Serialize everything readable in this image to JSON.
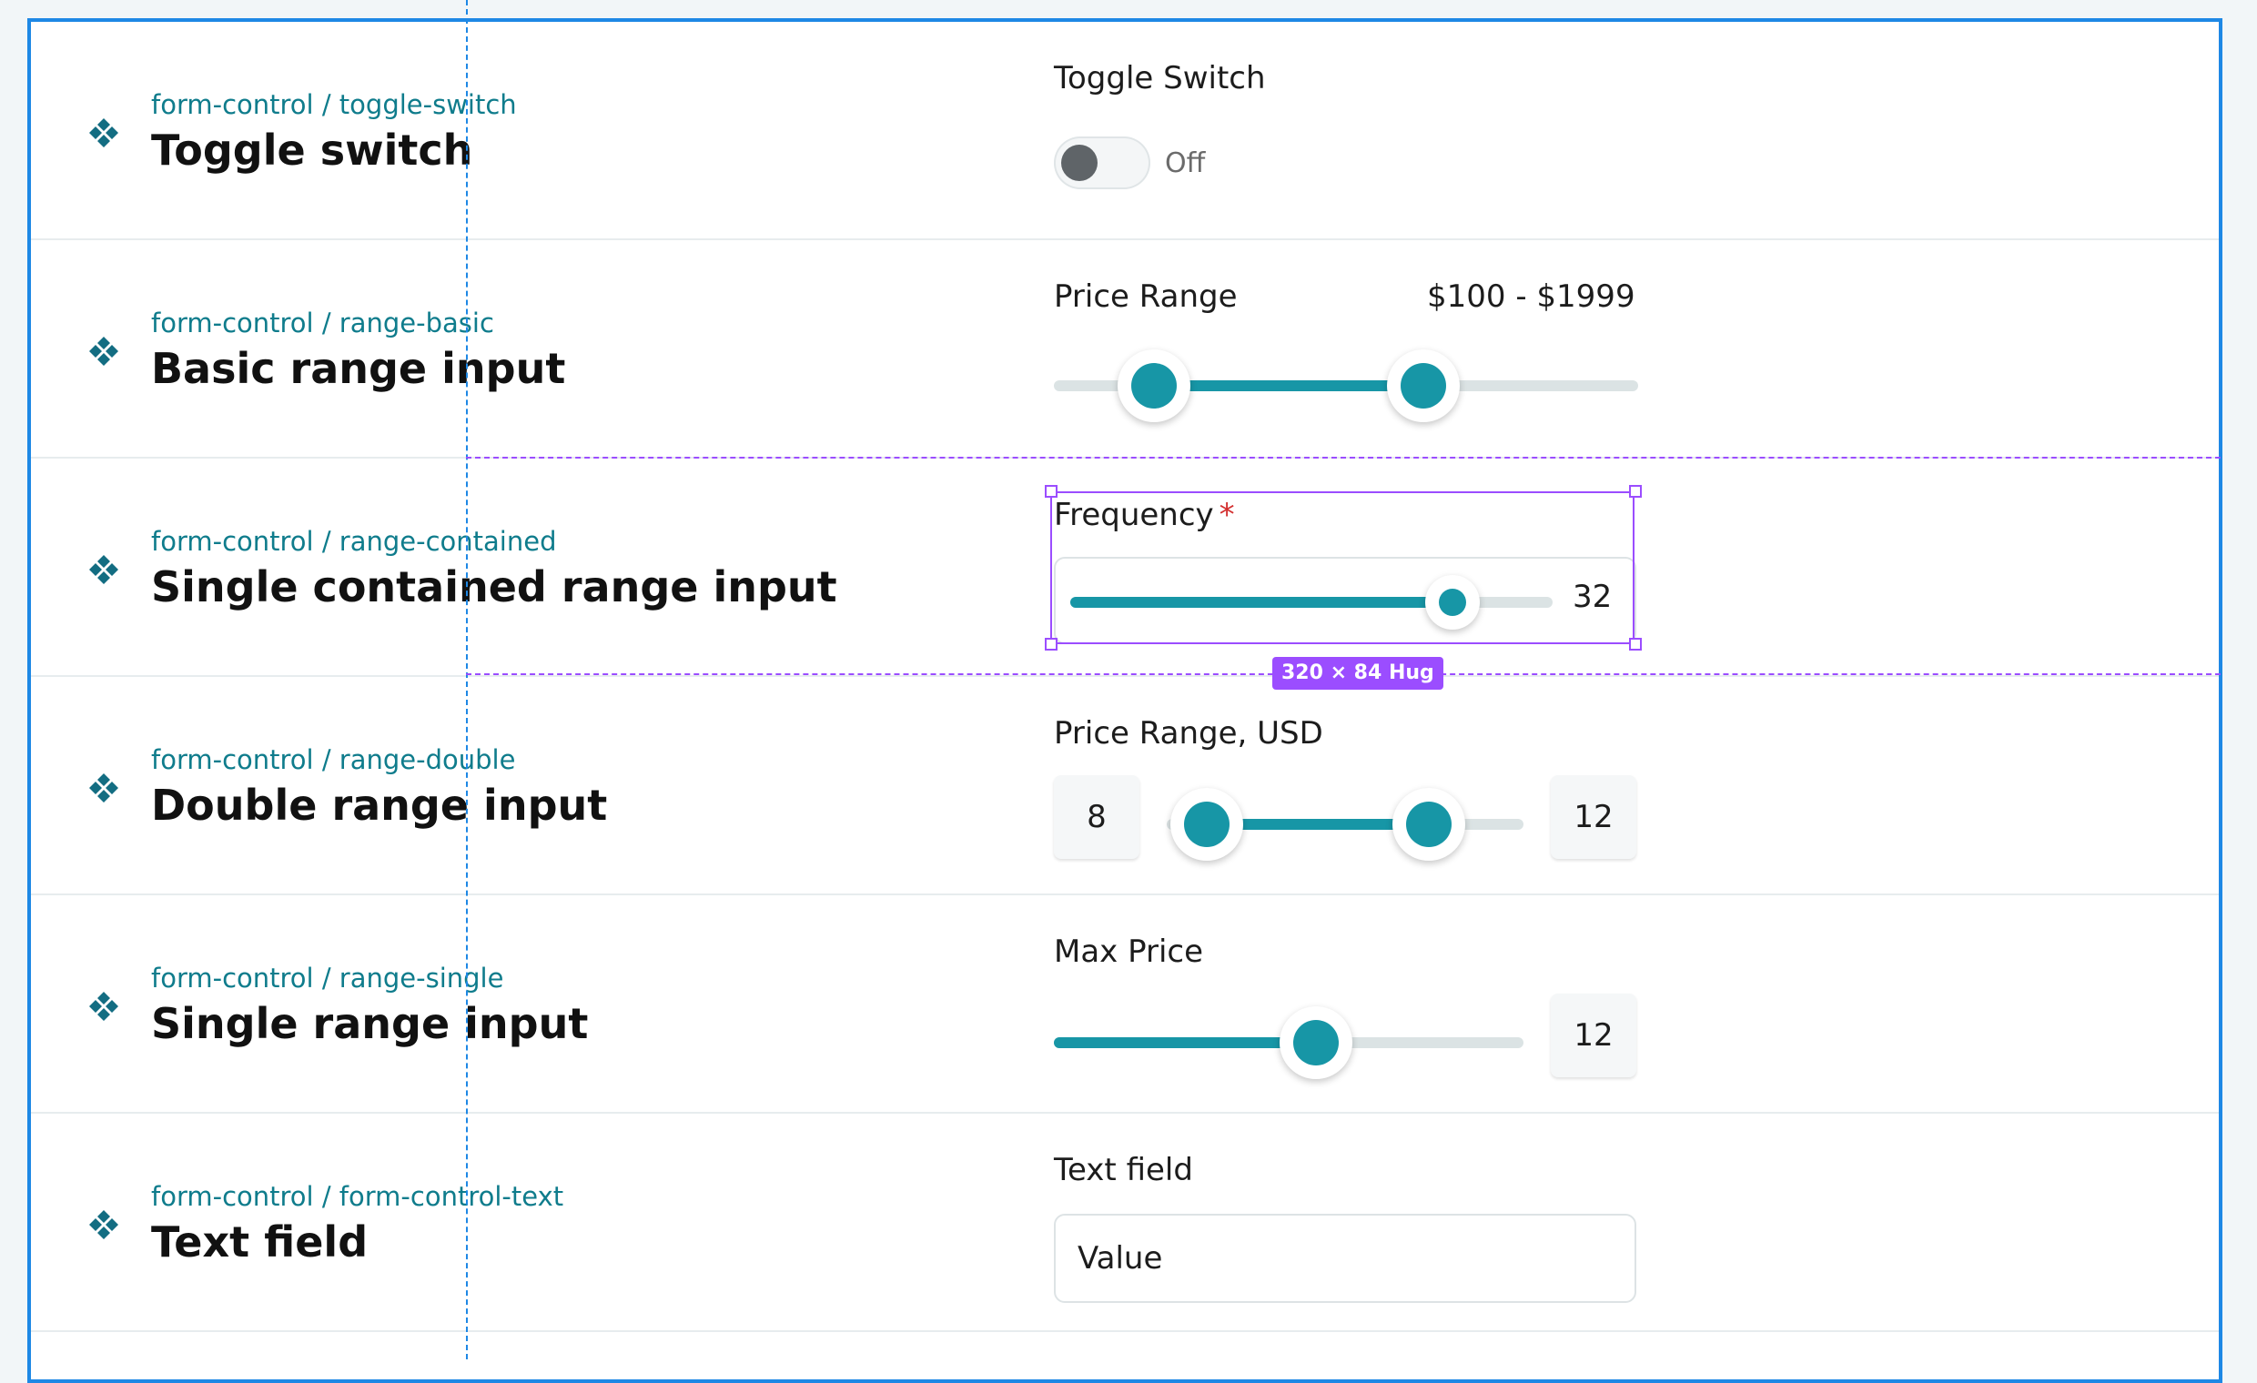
{
  "rows": [
    {
      "path": "form-control / toggle-switch",
      "title": "Toggle switch",
      "label": "Toggle Switch",
      "state_text": "Off",
      "toggle_on": false
    },
    {
      "path": "form-control / range-basic",
      "title": "Basic range input",
      "label": "Price Range",
      "value_text": "$100 - $1999"
    },
    {
      "path": "form-control / range-contained",
      "title": "Single contained range input",
      "label": "Frequency",
      "required_mark": "*",
      "value": "32"
    },
    {
      "path": "form-control / range-double",
      "title": "Double range input",
      "label": "Price Range, USD",
      "min_value": "8",
      "max_value": "12"
    },
    {
      "path": "form-control / range-single",
      "title": "Single range input",
      "label": "Max Price",
      "value": "12"
    },
    {
      "path": "form-control / form-control-text",
      "title": "Text field",
      "label": "Text field",
      "value": "Value"
    }
  ],
  "selection": {
    "size_tag": "320 × 84 Hug"
  },
  "colors": {
    "accent": "#1796a6",
    "selection": "#9b4dff",
    "frame": "#1e88e5",
    "path_text": "#0f7c8c",
    "required": "#d32f2f"
  },
  "icons": {
    "component": "component-icon"
  }
}
